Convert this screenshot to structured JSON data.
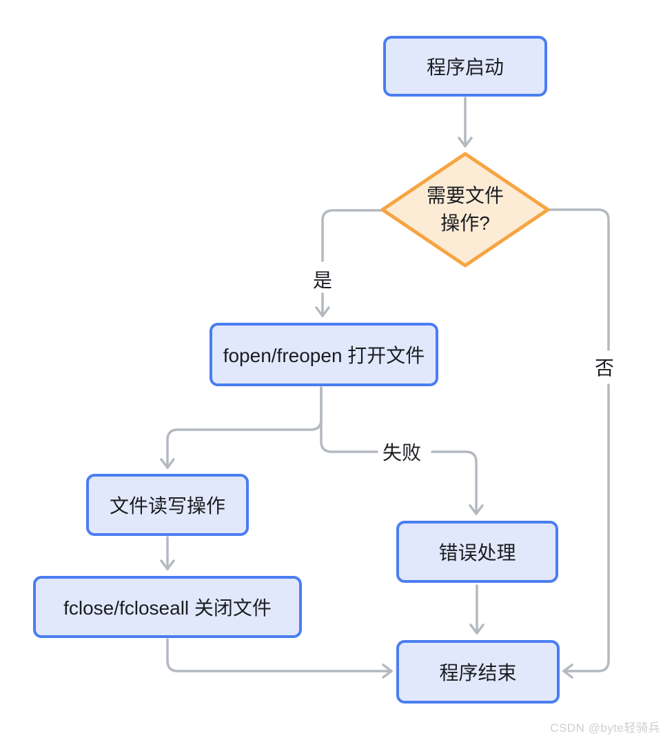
{
  "colors": {
    "background": "#ffffff",
    "node_border": "#4a7df2",
    "node_fill": "#e1e8fc",
    "decision_border": "#f6a541",
    "decision_fill": "#fcebd5",
    "line": "#b4b9c0",
    "text": "#1a1d21",
    "watermark": "#cfcfcf"
  },
  "nodes": {
    "start": {
      "label": "程序启动"
    },
    "decision": {
      "label": "需要文件操作?",
      "lines": [
        "需要文件",
        "操作?"
      ]
    },
    "open": {
      "label": "fopen/freopen 打开文件"
    },
    "readwrite": {
      "label": "文件读写操作"
    },
    "close": {
      "label": "fclose/fcloseall 关闭文件"
    },
    "error": {
      "label": "错误处理"
    },
    "end": {
      "label": "程序结束"
    }
  },
  "edge_labels": {
    "yes": "是",
    "no": "否",
    "fail": "失败"
  },
  "watermark": {
    "text": "CSDN @byte轻骑兵"
  }
}
